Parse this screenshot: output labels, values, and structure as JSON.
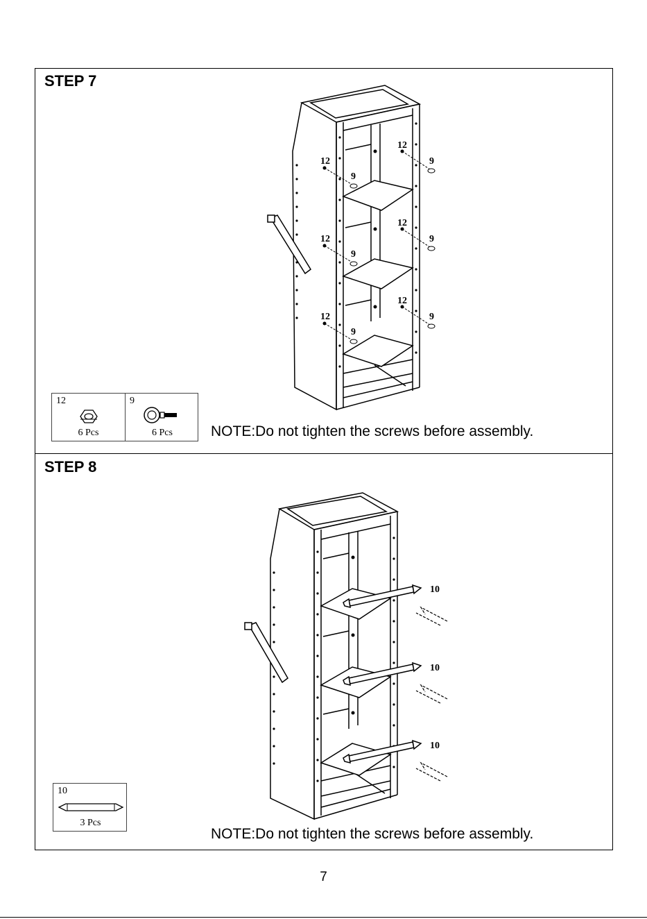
{
  "steps": [
    {
      "title": "STEP 7",
      "note": "NOTE:Do not tighten the screws before assembly.",
      "parts": [
        {
          "code": "12",
          "qty": "6 Pcs",
          "icon": "hex-nut-icon"
        },
        {
          "code": "9",
          "qty": "6 Pcs",
          "icon": "eye-bolt-icon"
        }
      ],
      "callouts": {
        "screw": "12",
        "bolt": "9"
      }
    },
    {
      "title": "STEP 8",
      "note": "NOTE:Do not tighten the screws before assembly.",
      "parts": [
        {
          "code": "10",
          "qty": "3 Pcs",
          "icon": "rod-icon"
        }
      ],
      "callouts": {
        "rod": "10"
      }
    }
  ],
  "page_number": "7"
}
